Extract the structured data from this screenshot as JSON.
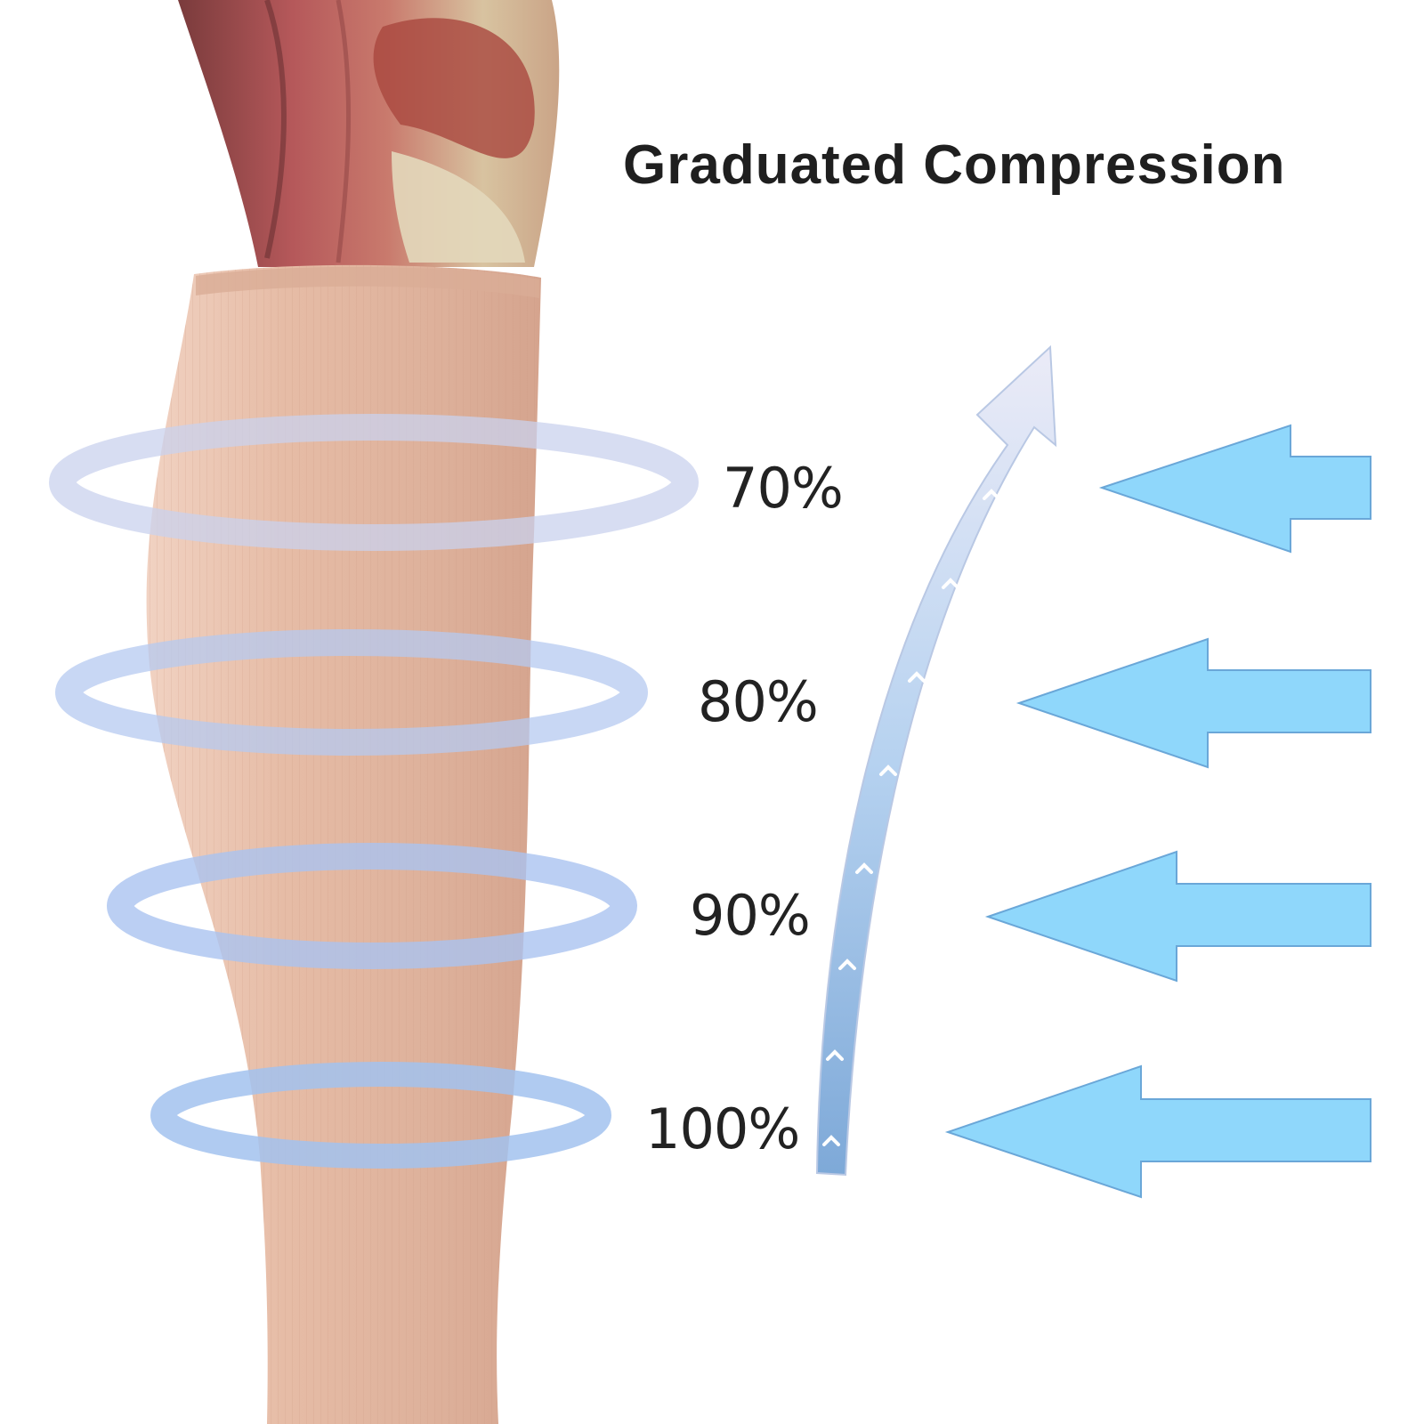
{
  "title": "Graduated Compression",
  "levels": [
    {
      "label": "70%",
      "value": 70
    },
    {
      "label": "80%",
      "value": 80
    },
    {
      "label": "90%",
      "value": 90
    },
    {
      "label": "100%",
      "value": 100
    }
  ],
  "colors": {
    "sleeve": "#e6bca6",
    "muscle": "#b5585a",
    "ring": "#a9c4ef",
    "pressure_arrow": "#8fd7fb",
    "flow_arrow": "#d6e6f6",
    "text": "#222222"
  },
  "icons": [
    "pressure-arrow-icon",
    "flow-arrow-icon",
    "chevron-up-icon"
  ]
}
